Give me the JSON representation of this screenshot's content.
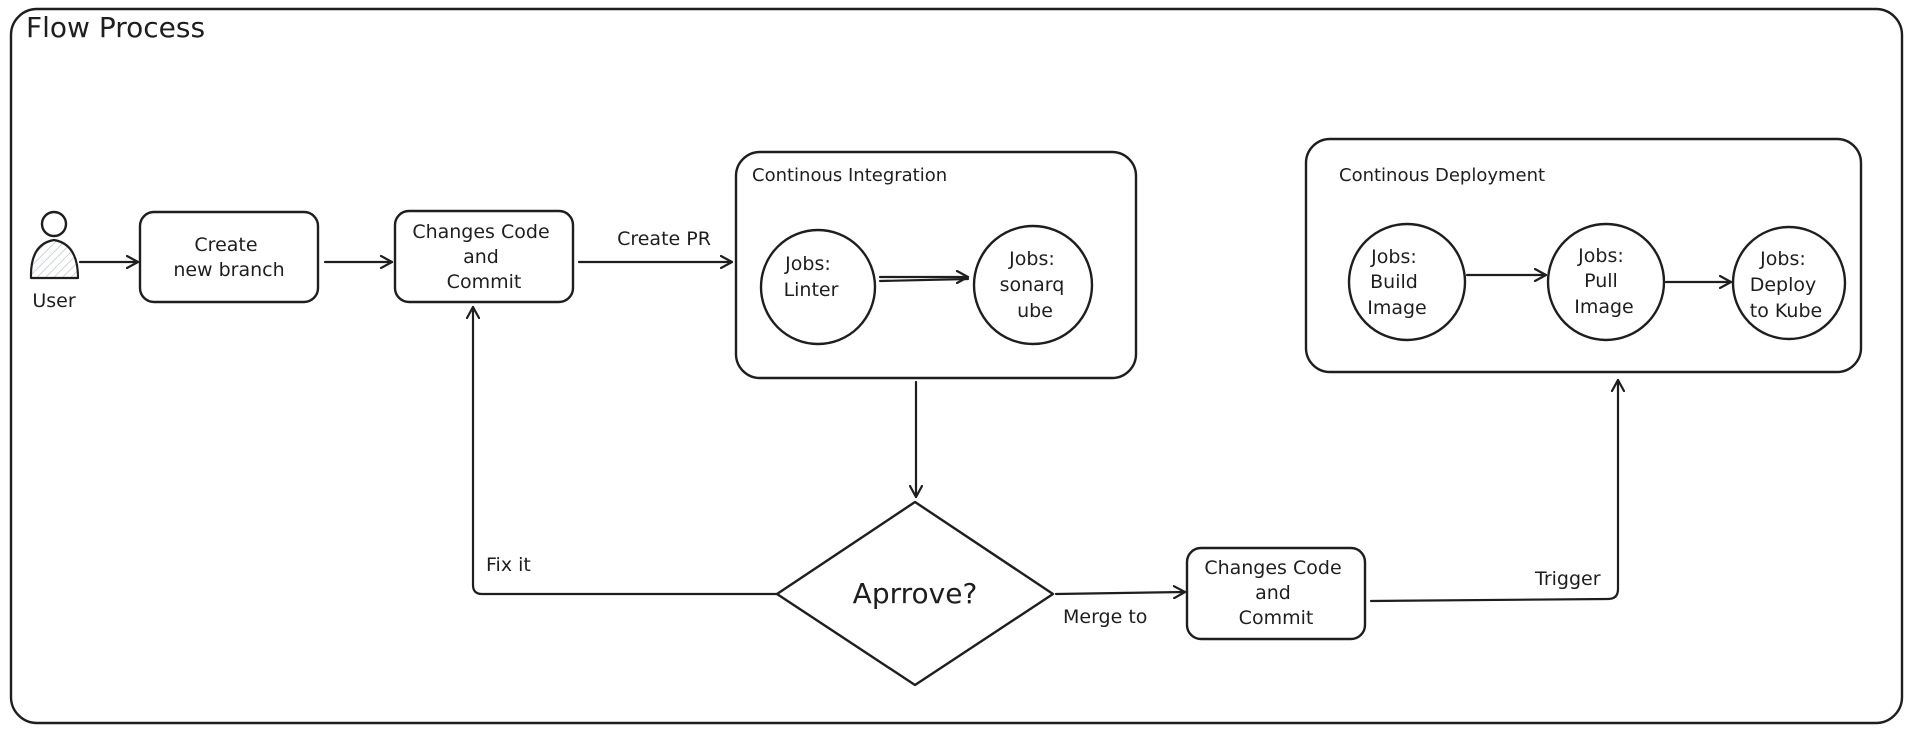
{
  "frame": {
    "title": "Flow Process"
  },
  "actor": {
    "label": "User",
    "icon": "person-icon"
  },
  "nodes": {
    "create_branch": [
      "Create",
      "new branch"
    ],
    "changes_commit_top": [
      "Changes Code",
      "and",
      "Commit"
    ],
    "changes_commit_bottom": [
      "Changes Code",
      "and",
      "Commit"
    ],
    "approve": "Aprrove?"
  },
  "ci": {
    "title": "Continous Integration",
    "jobs": [
      [
        "Jobs:",
        "Linter"
      ],
      [
        "Jobs:",
        "sonarq",
        "ube"
      ]
    ]
  },
  "cd": {
    "title": "Continous Deployment",
    "jobs": [
      [
        "Jobs:",
        "Build",
        "Image"
      ],
      [
        "Jobs:",
        "Pull",
        "Image"
      ],
      [
        "Jobs:",
        "Deploy",
        "to Kube"
      ]
    ]
  },
  "edges": {
    "create_pr": "Create PR",
    "fix_it": "Fix it",
    "merge_to": "Merge to",
    "trigger": "Trigger"
  },
  "colors": {
    "yellow_hatch": "#ffec99",
    "blue_hatch": "#74c0fc",
    "green_hatch": "#8ce99a",
    "pink_hatch": "#ffc9c9",
    "stroke": "#1e1e1e"
  }
}
